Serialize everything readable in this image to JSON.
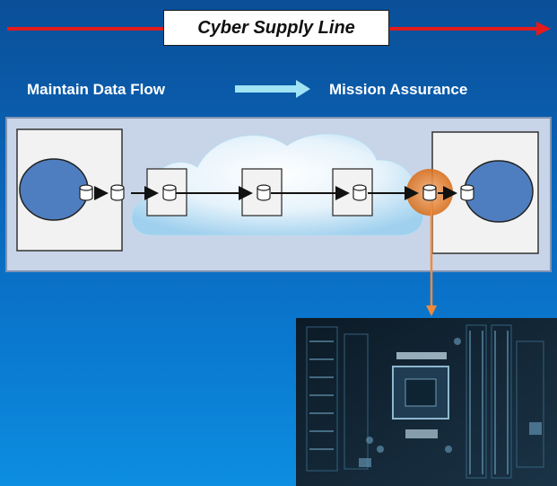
{
  "title": "Cyber Supply Line",
  "labels": {
    "left": "Maintain Data Flow",
    "right": "Mission Assurance"
  },
  "icons": {
    "node": "database-cylinder-icon",
    "endpoint": "circle-endpoint",
    "highlight": "orange-compromised-node",
    "photo": "motherboard-photo"
  },
  "colors": {
    "supply_line": "#e31b1b",
    "flow_arrow": "#9fe3f5",
    "highlight": "#f08a3c",
    "endpoint_fill": "#4f7ec0",
    "panel_bg": "#c8d4e8"
  }
}
